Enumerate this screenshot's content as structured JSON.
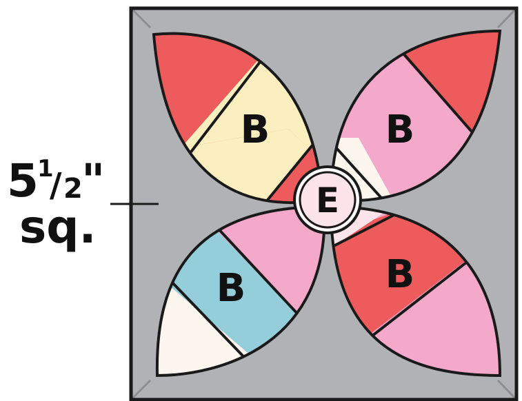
{
  "size_label": {
    "whole": "5",
    "num": "1",
    "den": "2",
    "inch": "\"",
    "unit": "sq."
  },
  "petals": [
    {
      "id": "top-left",
      "label": "B"
    },
    {
      "id": "top-right",
      "label": "B"
    },
    {
      "id": "bottom-left",
      "label": "B"
    },
    {
      "id": "bottom-right",
      "label": "B"
    }
  ],
  "center": {
    "label": "E"
  },
  "colors": {
    "background": "#b1b2b6",
    "frame": "#1a1a1a",
    "red": "#ee5b5c",
    "pink": "#f4a9cb",
    "yellow": "#fbefbf",
    "blue": "#93ceda",
    "cream": "#fdf6ee",
    "center": "#fde4ea"
  }
}
